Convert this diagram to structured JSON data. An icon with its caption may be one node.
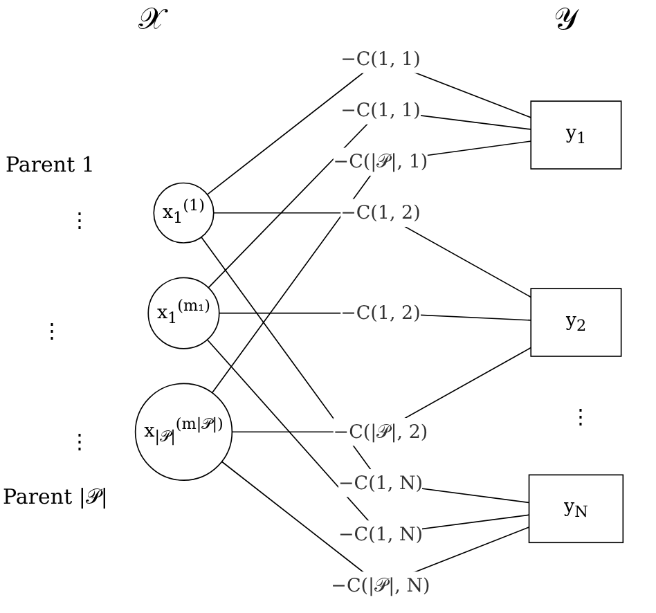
{
  "diagram": {
    "nodes": [
      {
        "text": [
          "x$_{1}$$^{(1)}$"
        ]
      },
      {
        "text": [
          "x$_{1}$$^{(m₁)}$"
        ]
      },
      {
        "text": [
          "x$_{|𝒫|}$$^{(m|𝒫|)}$"
        ]
      },
      {
        "text": [
          "y$_{1}$"
        ]
      },
      {
        "text": [
          "y$_{2}$"
        ]
      },
      {
        "text": [
          "y$_{N}$"
        ]
      }
    ],
    "edges": [
      {
        "from": 0,
        "to": 3,
        "arrow": "none",
        "label": "−C(1, 1)"
      },
      {
        "from": 0,
        "to": 4,
        "arrow": "none",
        "label": "−C(1, 2)"
      },
      {
        "from": 0,
        "to": 5,
        "arrow": "none",
        "label": "−C(1, N)"
      },
      {
        "from": 1,
        "to": 3,
        "arrow": "none",
        "label": "−C(1, 1)"
      },
      {
        "from": 1,
        "to": 4,
        "arrow": "none",
        "label": "−C(1, 2)"
      },
      {
        "from": 1,
        "to": 5,
        "arrow": "none",
        "label": "−C(1, N)"
      },
      {
        "from": 2,
        "to": 3,
        "arrow": "none",
        "label": "−C(|𝒫|, 1)"
      },
      {
        "from": 2,
        "to": 4,
        "arrow": "none",
        "label": "−C(|𝒫|, 2)"
      },
      {
        "from": 2,
        "to": 5,
        "arrow": "none",
        "label": "−C(|𝒫|, N)"
      }
    ],
    "labels": [
      "𝒳",
      "𝒴",
      "Parent 1",
      "⋮",
      "⋮",
      "⋮",
      "Parent |𝒫|",
      "⋮"
    ]
  }
}
